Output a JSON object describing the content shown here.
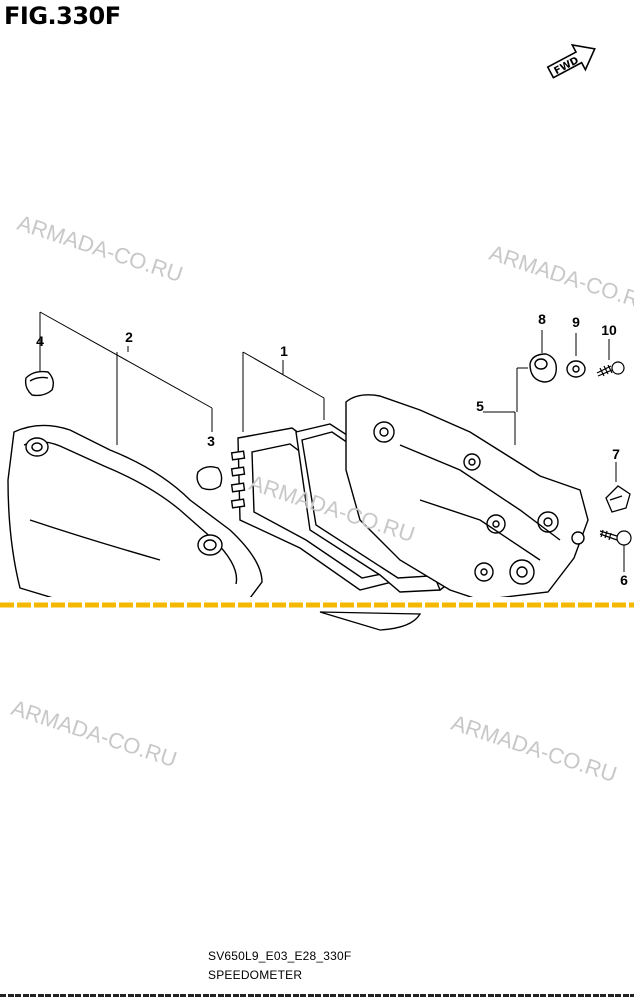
{
  "figure": {
    "title": "FIG.330F"
  },
  "fwd_label": "FWD",
  "watermark": "ARMADA-CO.RU",
  "callouts": {
    "c1": "1",
    "c2": "2",
    "c3": "3",
    "c4": "4",
    "c5": "5",
    "c6": "6",
    "c7": "7",
    "c8": "8",
    "c9": "9",
    "c10": "10"
  },
  "footer": {
    "model_code": "SV650L9_E03_E28_330F",
    "caption": "SPEEDOMETER"
  },
  "colors": {
    "line": "#000000",
    "watermark": "#c8c8c8",
    "divider": "#f5b800"
  }
}
